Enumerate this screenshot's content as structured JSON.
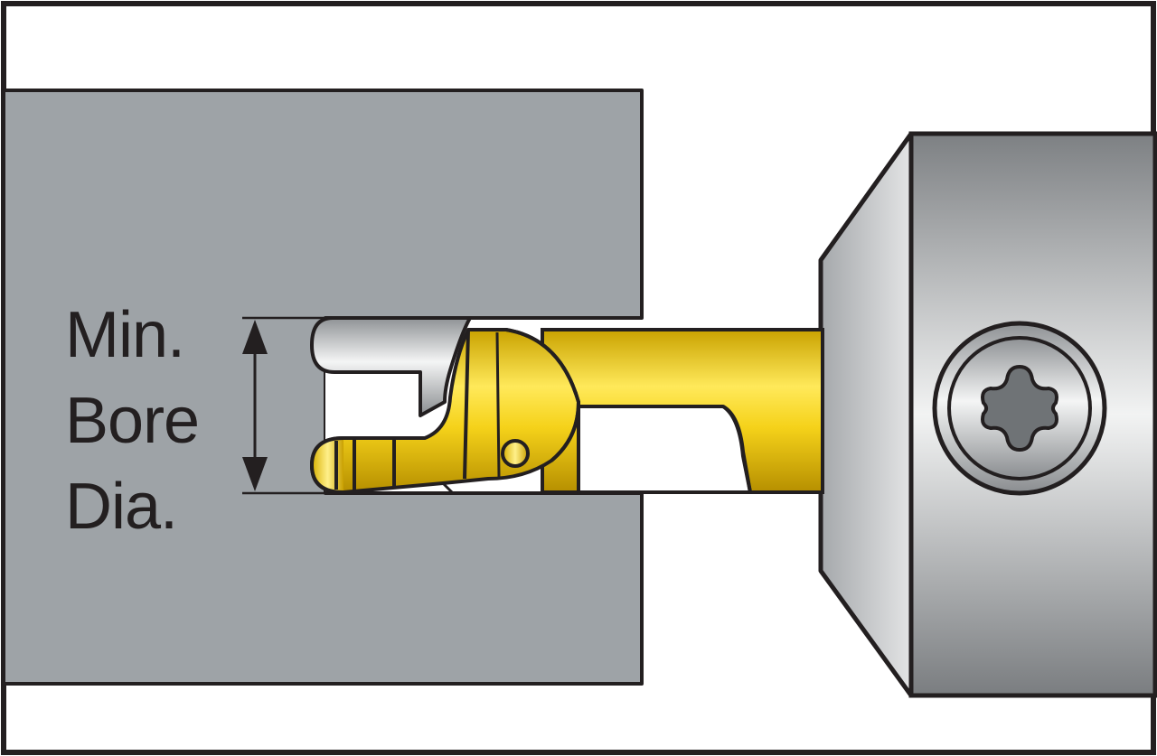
{
  "label": {
    "lines": [
      "Min.",
      "Bore",
      "Dia."
    ]
  },
  "colors": {
    "workpiece": "#9ea3a7",
    "outline": "#231f20",
    "tool_body": "#f2d21b",
    "holder": "#c9cbcd",
    "background": "#ffffff"
  },
  "icons": {
    "screw": "torx-screw-icon",
    "arrow": "double-arrow-icon"
  }
}
